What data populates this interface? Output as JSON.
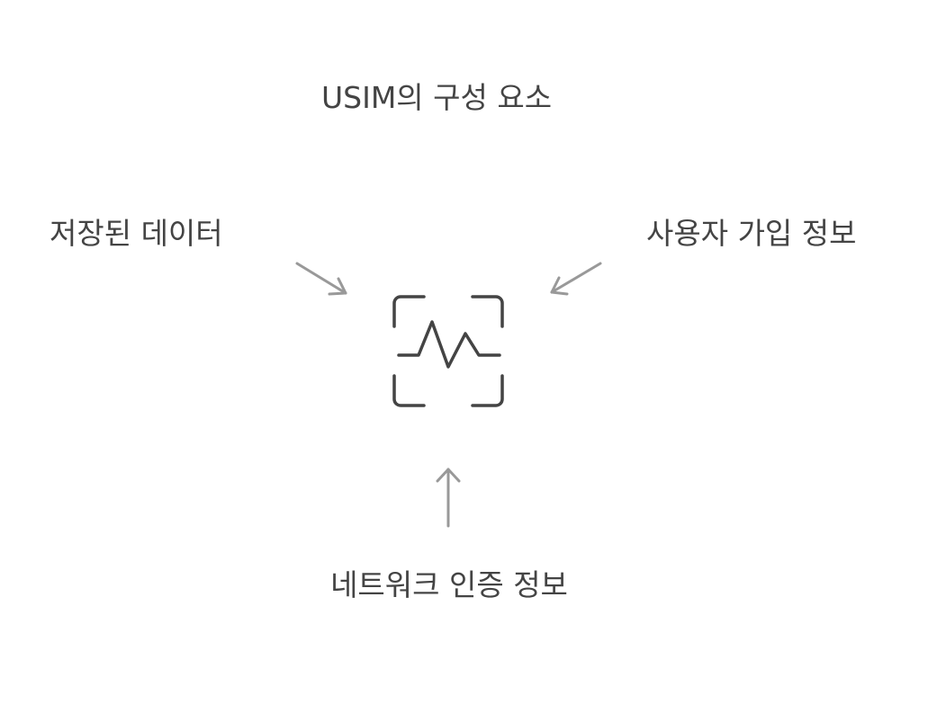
{
  "title": "USIM의 구성 요소",
  "components": {
    "stored_data": "저장된 데이터",
    "subscriber_info": "사용자 가입 정보",
    "network_auth": "네트워크 인증 정보"
  },
  "center_icon": "waveform-scan-icon",
  "colors": {
    "text": "#444444",
    "icon": "#444444",
    "arrow": "#999999"
  }
}
